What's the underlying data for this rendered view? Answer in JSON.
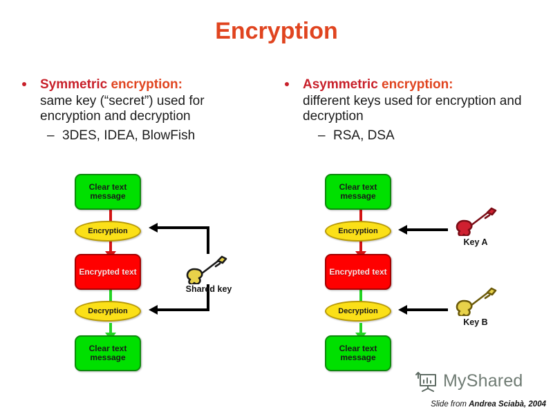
{
  "slide": {
    "title": "Encryption",
    "title_color": "#e0441f",
    "background": "#ffffff"
  },
  "columns": [
    {
      "id": "symmetric",
      "heading_strong": "Symmetric",
      "heading_rest": " encryption:",
      "body": "same key (“secret”) used for encryption and decryption",
      "sub_dash": "–",
      "sub_item": "3DES, IDEA, BlowFish"
    },
    {
      "id": "asymmetric",
      "heading_strong": "Asymmetric",
      "heading_rest": " encryption:",
      "body": "different keys used for encryption and decryption",
      "sub_dash": "–",
      "sub_item": "RSA, DSA"
    }
  ],
  "diagram_left": {
    "name": "symmetric-encryption-flow",
    "nodes": [
      {
        "id": "cleartext-top",
        "label": "Clear text message",
        "shape": "rounded-rect",
        "fill": "#00e000",
        "stroke": "#0c8a0c"
      },
      {
        "id": "encryption",
        "label": "Encryption",
        "shape": "ellipse",
        "fill": "#fbe018",
        "stroke": "#b89a06"
      },
      {
        "id": "encrypted-text",
        "label": "Encrypted text",
        "shape": "rounded-rect",
        "fill": "#ff0000",
        "stroke": "#a40000"
      },
      {
        "id": "decryption",
        "label": "Decryption",
        "shape": "ellipse",
        "fill": "#fbe018",
        "stroke": "#b89a06"
      },
      {
        "id": "cleartext-bottom",
        "label": "Clear text message",
        "shape": "rounded-rect",
        "fill": "#00e000",
        "stroke": "#0c8a0c"
      }
    ],
    "keys": [
      {
        "id": "shared-key",
        "label": "Shared key",
        "color": "#e8d24a",
        "stroke": "#1a1a1a"
      }
    ]
  },
  "diagram_right": {
    "name": "asymmetric-encryption-flow",
    "nodes": [
      {
        "id": "cleartext-top",
        "label": "Clear text message",
        "shape": "rounded-rect",
        "fill": "#00e000",
        "stroke": "#0c8a0c"
      },
      {
        "id": "encryption",
        "label": "Encryption",
        "shape": "ellipse",
        "fill": "#fbe018",
        "stroke": "#b89a06"
      },
      {
        "id": "encrypted-text",
        "label": "Encrypted text",
        "shape": "rounded-rect",
        "fill": "#ff0000",
        "stroke": "#a40000"
      },
      {
        "id": "decryption",
        "label": "Decryption",
        "shape": "ellipse",
        "fill": "#fbe018",
        "stroke": "#b89a06"
      },
      {
        "id": "cleartext-bottom",
        "label": "Clear text message",
        "shape": "rounded-rect",
        "fill": "#00e000",
        "stroke": "#0c8a0c"
      }
    ],
    "keys": [
      {
        "id": "key-a",
        "label": "Key A",
        "color": "#cf2030",
        "stroke": "#7a0d16"
      },
      {
        "id": "key-b",
        "label": "Key B",
        "color": "#e8d24a",
        "stroke": "#6b5a0a"
      }
    ]
  },
  "footer": {
    "logo_icon": "flipchart-chart-icon",
    "logo_text": "MyShared",
    "logo_color": "#6f7b73",
    "credit_prefix": "Slide from ",
    "credit_author": "Andrea Sciabà, 2004"
  }
}
